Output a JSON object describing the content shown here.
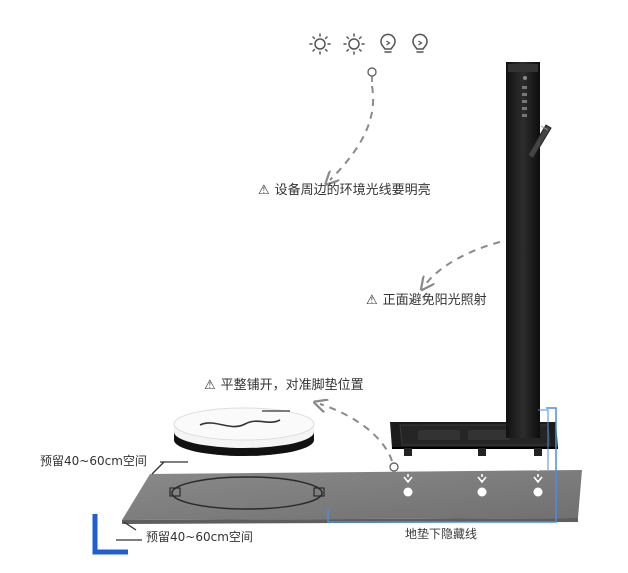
{
  "icons": [
    "sun-icon",
    "sun-icon",
    "bulb-icon",
    "bulb-icon"
  ],
  "labels": {
    "ambient_light": "设备周边的环境光线要明亮",
    "avoid_sunlight": "正面避免阳光照射",
    "mat_align": "平整铺开，对准脚垫位置",
    "reserve_space_1": "预留40~60cm空间",
    "reserve_space_2": "预留40~60cm空间",
    "hidden_cable": "地垫下隐藏线"
  },
  "warning_symbol": "⚠",
  "colors": {
    "mat": "#7d7d7d",
    "device": "#1c1c1c",
    "bracket_blue": "#4a8ee0",
    "corner_blue": "#1f5fd6",
    "arrow_gray": "#8a8a8a",
    "icon_gray": "#555555"
  }
}
